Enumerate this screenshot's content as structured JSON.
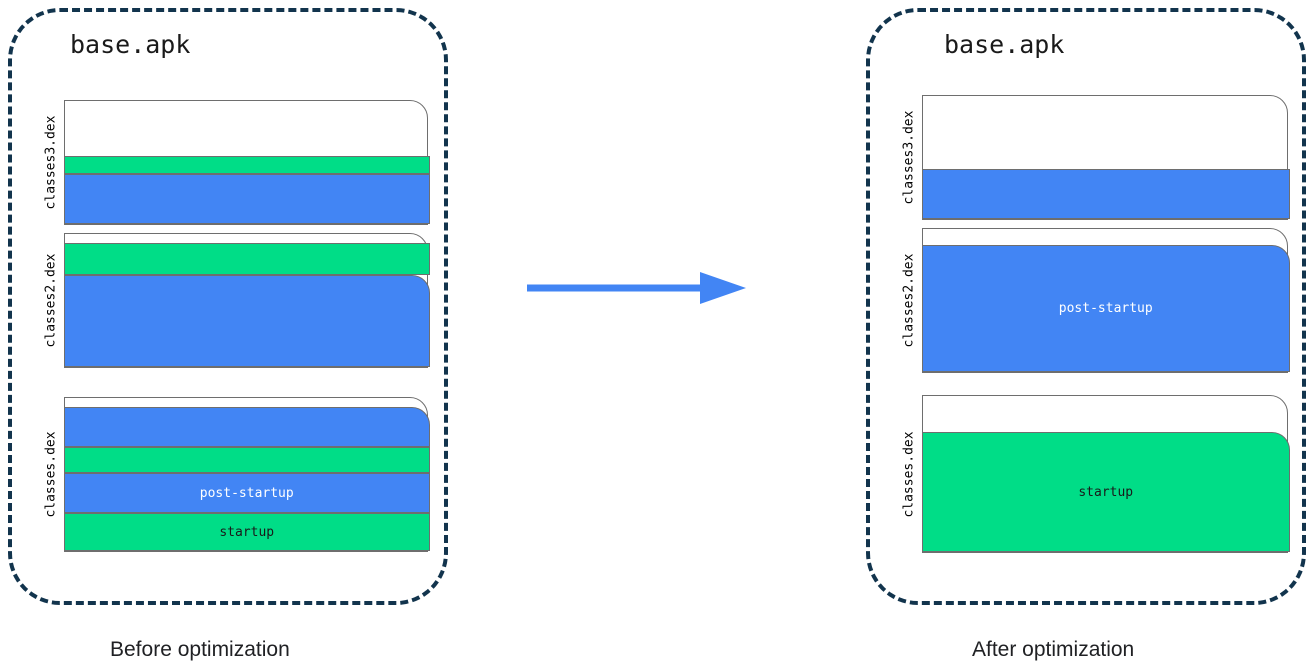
{
  "diagram": {
    "title_icon": "diagram-baseline-profile-dex-layout",
    "panels": [
      {
        "id": "before",
        "apk_name": "base.apk",
        "caption": "Before optimization",
        "dex_files": [
          {
            "name": "classes3.dex",
            "segments": [
              {
                "type": "empty",
                "label": "",
                "color": "#ffffff"
              },
              {
                "type": "startup",
                "label": "",
                "color": "#00dd87"
              },
              {
                "type": "post-startup",
                "label": "",
                "color": "#4285f4"
              }
            ]
          },
          {
            "name": "classes2.dex",
            "segments": [
              {
                "type": "empty",
                "label": "",
                "color": "#ffffff"
              },
              {
                "type": "startup",
                "label": "",
                "color": "#00dd87"
              },
              {
                "type": "post-startup",
                "label": "",
                "color": "#4285f4"
              }
            ]
          },
          {
            "name": "classes.dex",
            "segments": [
              {
                "type": "empty",
                "label": "",
                "color": "#ffffff"
              },
              {
                "type": "post-startup",
                "label": "",
                "color": "#4285f4"
              },
              {
                "type": "startup",
                "label": "",
                "color": "#00dd87"
              },
              {
                "type": "post-startup",
                "label": "post-startup",
                "color": "#4285f4"
              },
              {
                "type": "startup",
                "label": "startup",
                "color": "#00dd87"
              }
            ]
          }
        ]
      },
      {
        "id": "after",
        "apk_name": "base.apk",
        "caption": "After optimization",
        "dex_files": [
          {
            "name": "classes3.dex",
            "segments": [
              {
                "type": "empty",
                "label": "",
                "color": "#ffffff"
              },
              {
                "type": "post-startup",
                "label": "",
                "color": "#4285f4"
              }
            ]
          },
          {
            "name": "classes2.dex",
            "segments": [
              {
                "type": "empty",
                "label": "",
                "color": "#ffffff"
              },
              {
                "type": "post-startup",
                "label": "post-startup",
                "color": "#4285f4"
              }
            ]
          },
          {
            "name": "classes.dex",
            "segments": [
              {
                "type": "empty",
                "label": "",
                "color": "#ffffff"
              },
              {
                "type": "startup",
                "label": "startup",
                "color": "#00dd87"
              }
            ]
          }
        ]
      }
    ],
    "arrow": {
      "icon": "arrow-right-icon",
      "color": "#4285f4"
    },
    "colors": {
      "startup": "#00dd87",
      "post_startup": "#4285f4",
      "container_border": "#12344d",
      "box_border": "#6e6e6e",
      "background": "#ffffff",
      "caption_text": "#202124"
    }
  }
}
